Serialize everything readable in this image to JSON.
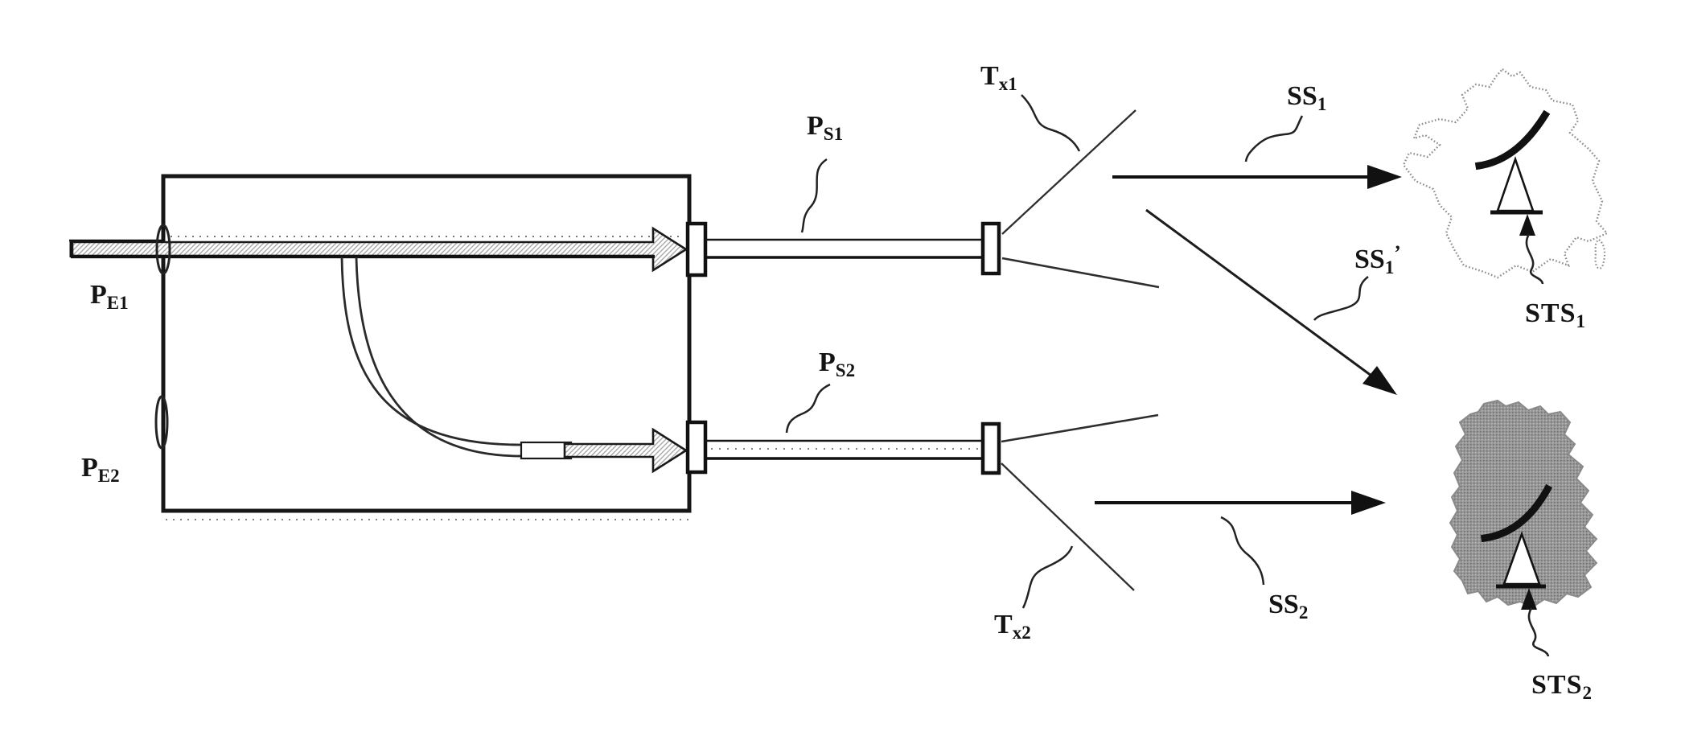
{
  "figure": {
    "description": "Patent-style schematic: dual-feed transmitter device radiating satellite signals to France and Germany service areas",
    "labels": {
      "pe1": {
        "main": "P",
        "sub": "E1"
      },
      "pe2": {
        "main": "P",
        "sub": "E2"
      },
      "ps1": {
        "main": "P",
        "sub": "S1"
      },
      "ps2": {
        "main": "P",
        "sub": "S2"
      },
      "tx1": {
        "main": "T",
        "sub": "x1"
      },
      "tx2": {
        "main": "T",
        "sub": "x2"
      },
      "ss1": {
        "main": "SS",
        "sub": "1"
      },
      "ss1_prime": {
        "main": "SS",
        "sub": "1",
        "prime": "’"
      },
      "ss2": {
        "main": "SS",
        "sub": "2"
      },
      "sts1": {
        "main": "STS",
        "sub": "1"
      },
      "sts2": {
        "main": "STS",
        "sub": "2"
      }
    },
    "icons": {
      "france_map": "outlined map of France with satellite dish",
      "germany_map": "gray filled map of Germany with satellite dish",
      "dish": "satellite ground-station dish (arc on triangle mount)"
    },
    "colors": {
      "ink": "#141414",
      "antenna_line": "#2e2e2e",
      "map_fill": "#949494",
      "map_outline": "#8c8c8c",
      "hatch": "#a9a9a9"
    }
  }
}
